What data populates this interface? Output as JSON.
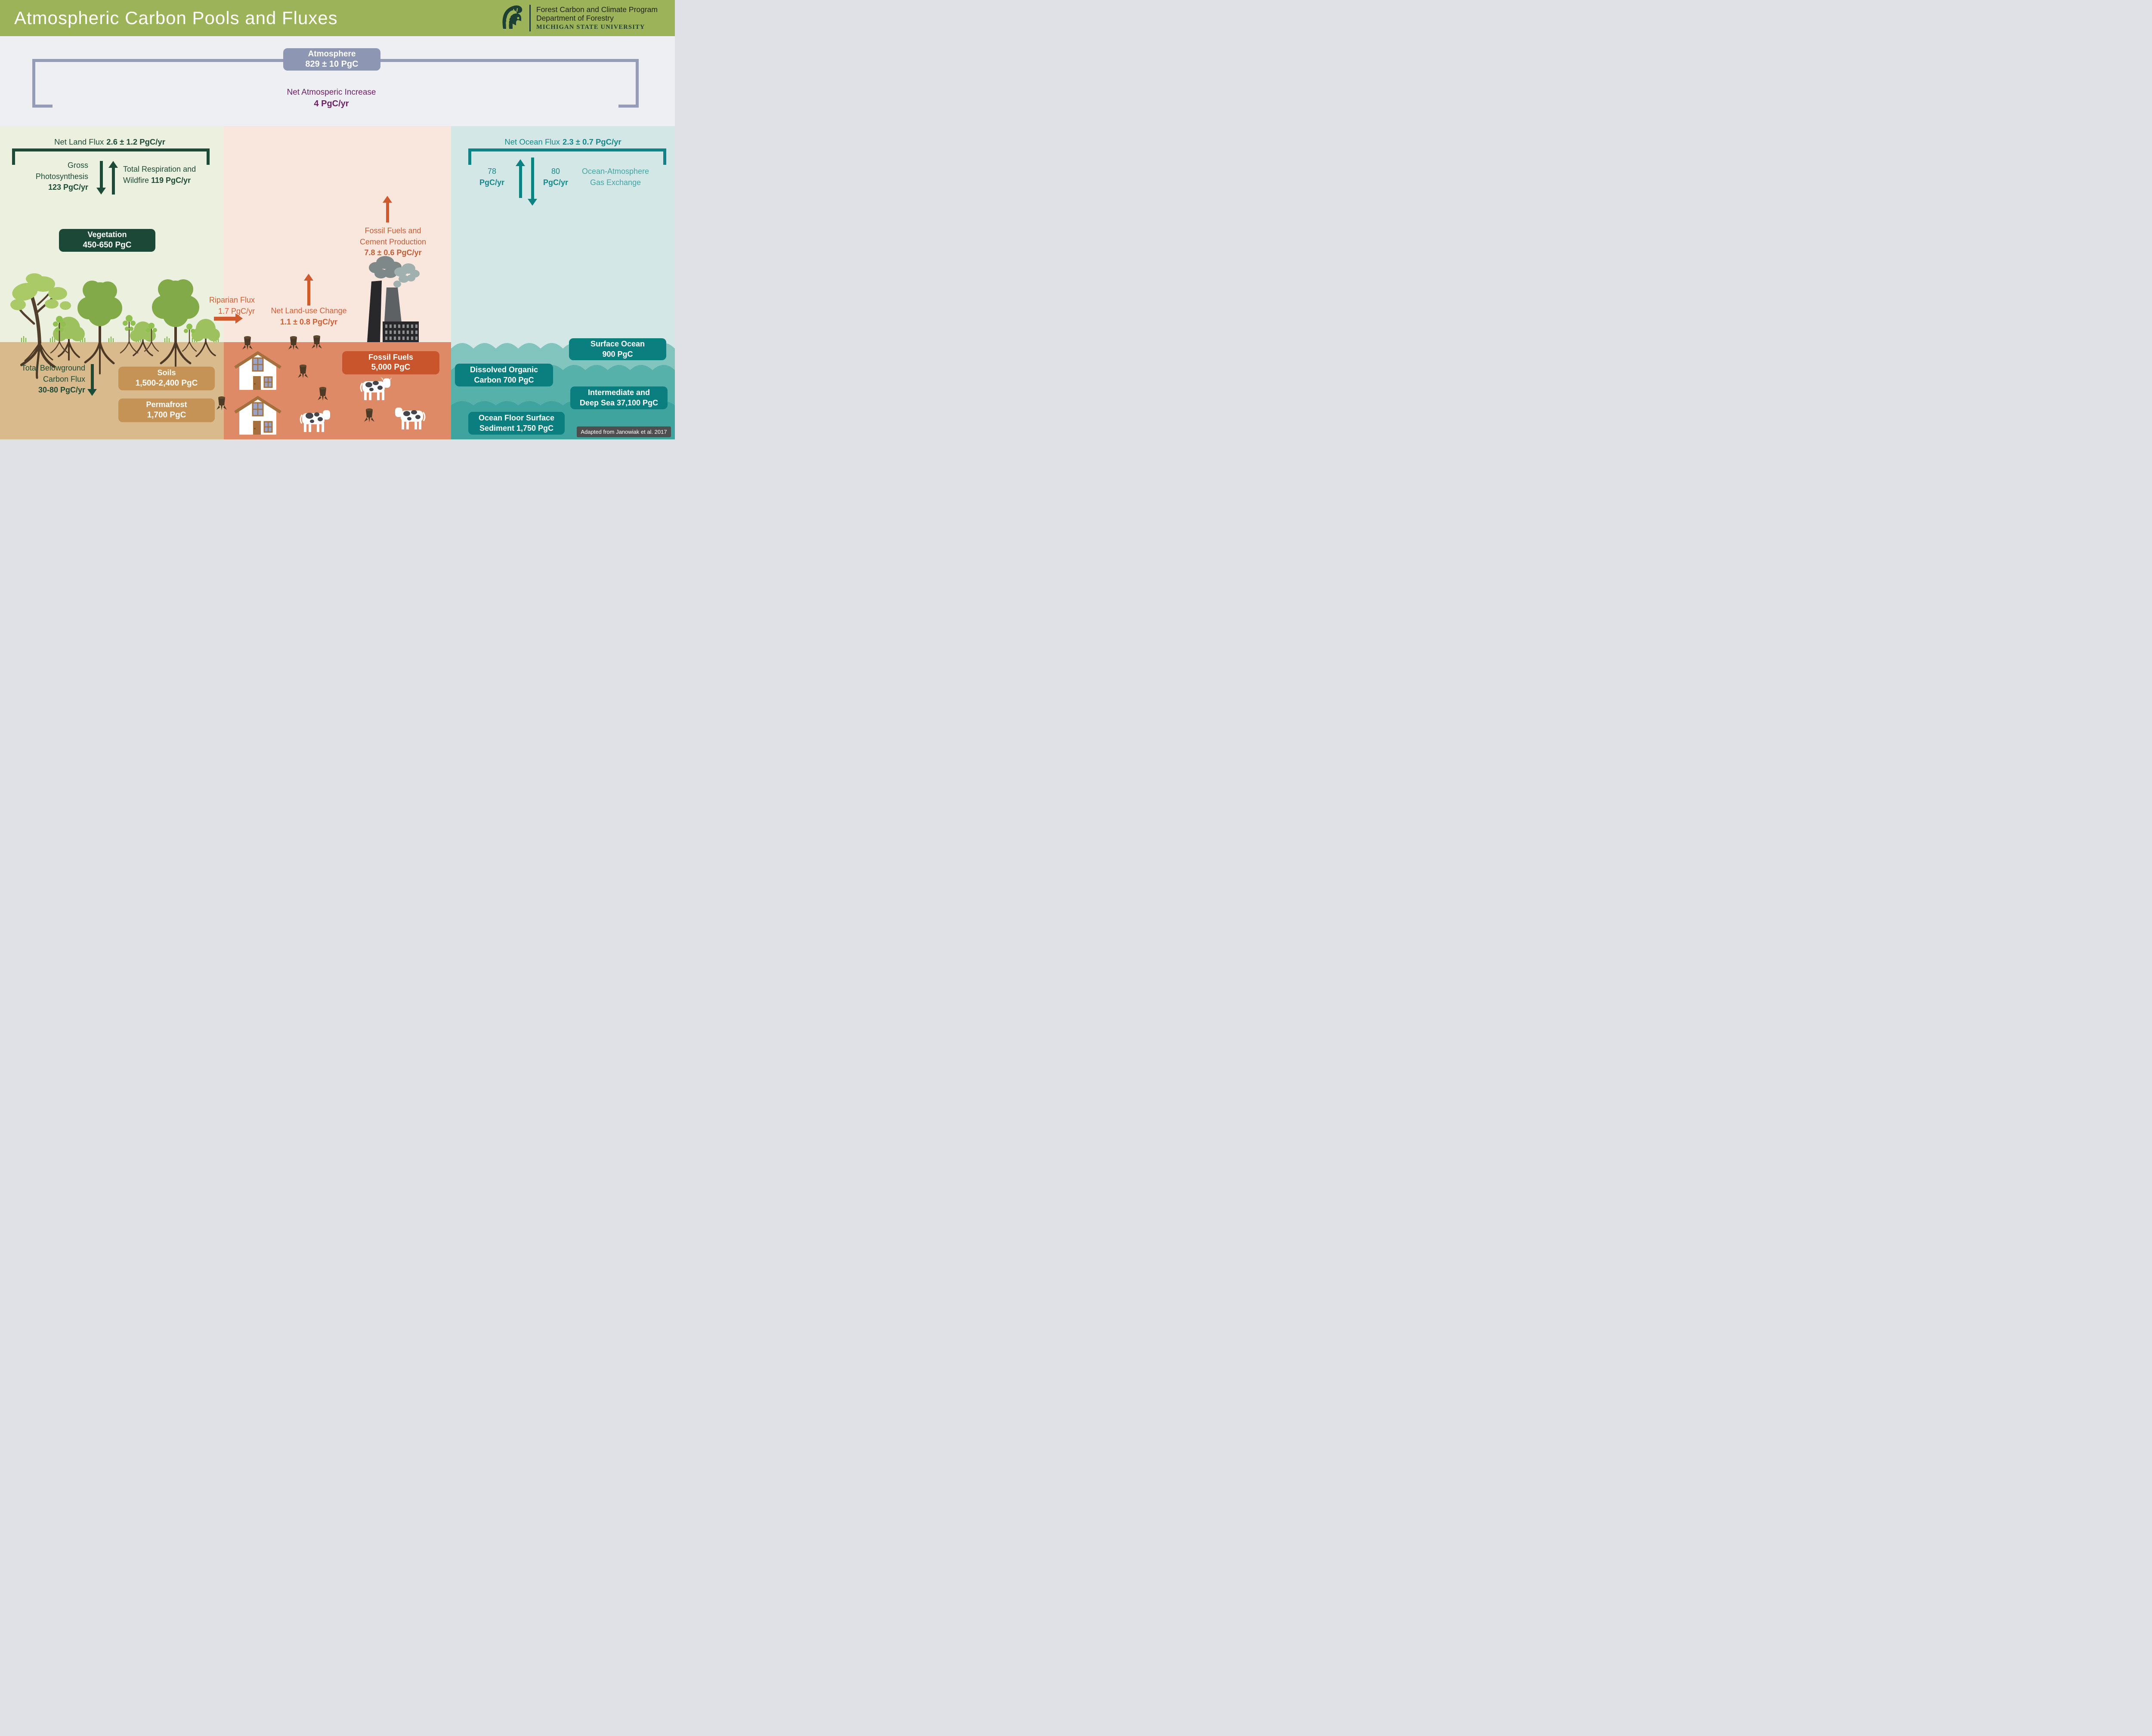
{
  "header": {
    "title": "Atmospheric Carbon Pools and Fluxes",
    "program_line1": "Forest Carbon and Climate Program",
    "program_line2": "Department of Forestry",
    "university": "MICHIGAN STATE UNIVERSITY"
  },
  "atmosphere": {
    "label": "Atmosphere",
    "value": "829 ± 10 PgC"
  },
  "net_atmospheric": {
    "label": "Net Atmosperic Increase",
    "value": "4 PgC/yr"
  },
  "land": {
    "net_flux_label": "Net Land Flux",
    "net_flux_value": "2.6 ± 1.2 PgC/yr",
    "gross_photosynthesis": {
      "line1": "Gross",
      "line2": "Photosynthesis",
      "value": "123 PgC/yr"
    },
    "respiration": {
      "line1": "Total Respiration and",
      "line2_prefix": "Wildfire ",
      "value": "119 PgC/yr"
    },
    "vegetation": {
      "label": "Vegetation",
      "value": "450-650 PgC"
    },
    "belowground": {
      "line1": "Total Belowground",
      "line2": "Carbon Flux",
      "value": "30-80 PgC/yr"
    },
    "soils": {
      "label": "Soils",
      "value": "1,500-2,400 PgC"
    },
    "permafrost": {
      "label": "Permafrost",
      "value": "1,700 PgC"
    }
  },
  "middle": {
    "riparian": {
      "label": "Riparian Flux",
      "value": "1.7 PgC/yr"
    },
    "land_use": {
      "label": "Net Land-use Change",
      "value": "1.1 ± 0.8 PgC/yr"
    },
    "fossil_cement": {
      "line1": "Fossil Fuels and",
      "line2": "Cement Production",
      "value": "7.8 ± 0.6 PgC/yr"
    },
    "fossil_fuels_box": {
      "label": "Fossil Fuels",
      "value": "5,000 PgC"
    }
  },
  "ocean": {
    "net_flux_label": "Net Ocean Flux",
    "net_flux_value": "2.3 ± 0.7 PgC/yr",
    "up_flux": {
      "value": "78",
      "unit": "PgC/yr"
    },
    "down_flux": {
      "value": "80",
      "unit": "PgC/yr"
    },
    "gas_exchange": {
      "line1": "Ocean-Atmosphere",
      "line2": "Gas Exchange"
    },
    "surface": {
      "label": "Surface Ocean",
      "value": "900 PgC"
    },
    "dissolved_organic": {
      "line1": "Dissolved Organic",
      "line2": "Carbon 700 PgC"
    },
    "deep_sea": {
      "line1": "Intermediate and",
      "line2": "Deep Sea 37,100 PgC"
    },
    "sediment": {
      "line1": "Ocean Floor Surface",
      "line2": "Sediment 1,750 PgC"
    }
  },
  "attribution": "Adapted from Janowiak et al. 2017",
  "colors": {
    "header_green": "#9db359",
    "atmosphere_blue": "#8d96b2",
    "net_increase_purple": "#6b2164",
    "land_dark_green": "#1d4b38",
    "land_bg": "#ecf1df",
    "middle_bg": "#f9e6dd",
    "orange_text": "#c05f38",
    "orange_arrow": "#d05a2d",
    "fossil_box_orange": "#c8552b",
    "ground_salmon": "#de8a66",
    "ground_tan": "#d9ba8c",
    "soil_box_tan": "#c49355",
    "ocean_bg": "#d4e7e7",
    "teal_text": "#13898b",
    "teal_box": "#0b7e7f",
    "teal_light": "#44a5a4",
    "attribution_gray": "#4e4e4e"
  }
}
